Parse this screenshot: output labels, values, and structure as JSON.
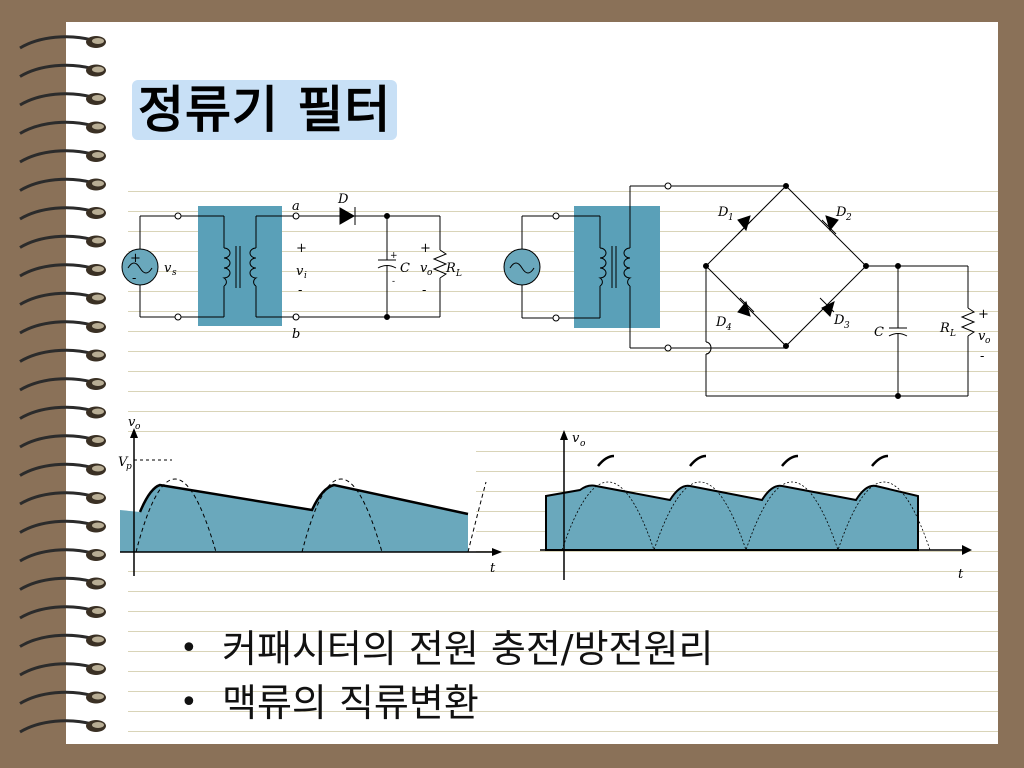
{
  "title": "정류기 필터",
  "bullets": [
    {
      "text": "커패시터의 전원 충전/방전원리"
    },
    {
      "text": "맥류의 직류변환"
    }
  ],
  "circuit_half": {
    "labels": {
      "a": "a",
      "b": "b",
      "D": "D",
      "plus": "+",
      "minus": "-",
      "vs": "v",
      "vs_sub": "s",
      "vi": "v",
      "vi_sub": "i",
      "C": "C",
      "vo": "v",
      "vo_sub": "o",
      "RL": "R",
      "RL_sub": "L"
    }
  },
  "circuit_bridge": {
    "labels": {
      "D1": "D",
      "D1_sub": "1",
      "D2": "D",
      "D2_sub": "2",
      "D3": "D",
      "D3_sub": "3",
      "D4": "D",
      "D4_sub": "4",
      "C": "C",
      "RL": "R",
      "RL_sub": "L",
      "plus": "+",
      "minus": "-",
      "vo": "v",
      "vo_sub": "o"
    }
  },
  "graph_half": {
    "ylabel": "v",
    "ylabel_sub": "o",
    "vp": "V",
    "vp_sub": "p",
    "xlabel": "t"
  },
  "graph_full": {
    "ylabel": "v",
    "ylabel_sub": "o",
    "xlabel": "t"
  },
  "colors": {
    "transformer": "#5aa0b8",
    "waveform_fill": "#6aa8bc",
    "title_highlight": "#c8e0f6",
    "background": "#8a7158"
  }
}
